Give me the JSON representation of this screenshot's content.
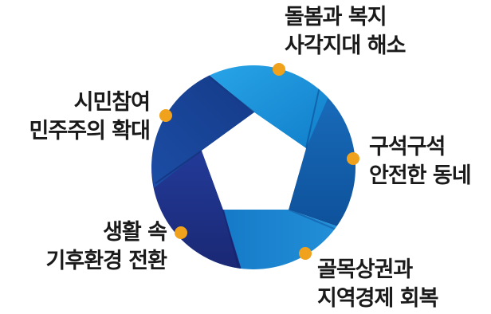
{
  "colors": {
    "segment_light": "#1a8fd6",
    "segment_mid": "#1670bd",
    "segment_dark": "#1b3f94",
    "segment_navy": "#1c2a80",
    "dot": "#f0a21c",
    "text": "#1a1a1a"
  },
  "items": [
    {
      "line1": "돌봄과 복지",
      "line2": "사각지대 해소"
    },
    {
      "line1": "구석구석",
      "line2": "안전한 동네"
    },
    {
      "line1": "골목상권과",
      "line2": "지역경제 회복"
    },
    {
      "line1": "생활 속",
      "line2": "기후환경 전환"
    },
    {
      "line1": "시민참여",
      "line2": "민주주의 확대"
    }
  ]
}
